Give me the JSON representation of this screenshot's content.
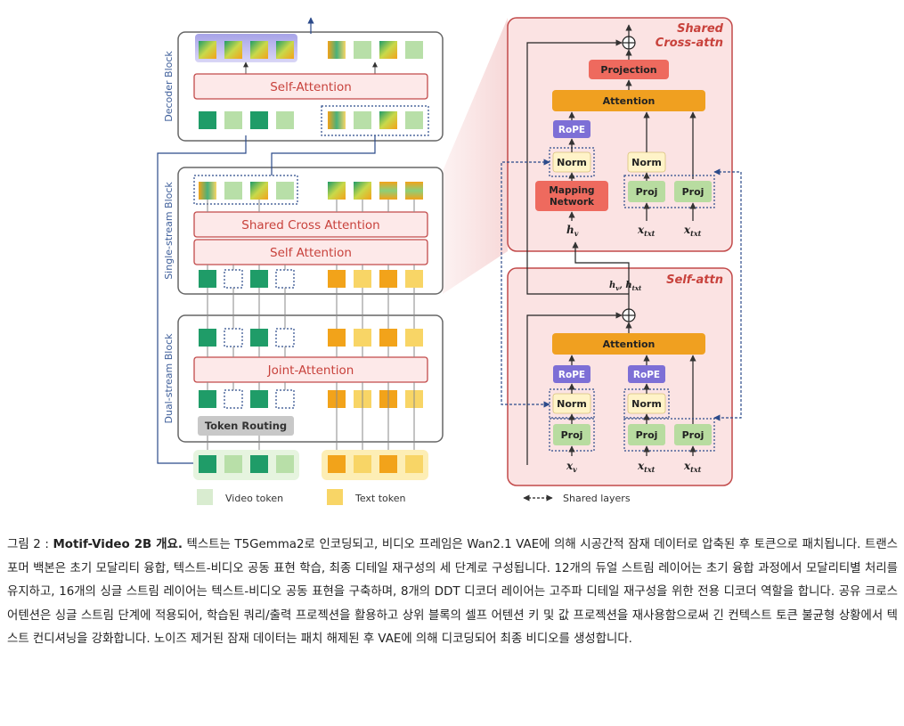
{
  "left": {
    "decoder": {
      "title": "Decoder Block",
      "layer": "Self-Attention"
    },
    "single": {
      "title": "Single-stream Block",
      "layer1": "Shared Cross Attention",
      "layer2": "Self Attention"
    },
    "dual": {
      "title": "Dual-stream Block",
      "layer": "Joint-Attention",
      "routing": "Token Routing"
    },
    "legend": {
      "video": "Video token",
      "text": "Text token"
    }
  },
  "right": {
    "cross": {
      "title1": "Shared",
      "title2": "Cross-attn",
      "projection": "Projection",
      "attention": "Attention",
      "rope": "RoPE",
      "norm": "Norm",
      "mapping1": "Mapping",
      "mapping2": "Network",
      "proj": "Proj",
      "hv": "h",
      "hv_sub": "v",
      "xtxt": "x",
      "xtxt_sub": "txt"
    },
    "self": {
      "title": "Self-attn",
      "attention": "Attention",
      "rope": "RoPE",
      "norm": "Norm",
      "proj": "Proj",
      "xv": "x",
      "xv_sub": "v",
      "xtxt": "x",
      "xtxt_sub": "txt"
    },
    "mid_label": "h",
    "mid_sub1": "v",
    "mid_sep": ", h",
    "mid_sub2": "txt",
    "legend": "Shared layers"
  },
  "caption": {
    "prefix": "그림 2 : ",
    "bold": "Motif-Video 2B 개요.",
    "text": " 텍스트는 T5Gemma2로 인코딩되고, 비디오 프레임은 Wan2.1 VAE에 의해 시공간적 잠재 데이터로 압축된 후 토큰으로 패치됩니다. 트랜스포머 백본은 초기 모달리티 융합, 텍스트-비디오 공동 표현 학습, 최종 디테일 재구성의 세 단계로 구성됩니다. 12개의 듀얼 스트림 레이어는 초기 융합 과정에서 모달리티별 처리를 유지하고, 16개의 싱글 스트림 레이어는 텍스트-비디오 공동 표현을 구축하며, 8개의 DDT 디코더 레이어는 고주파 디테일 재구성을 위한 전용 디코더 역할을 합니다. 공유 크로스 어텐션은 싱글 스트림 단계에 적용되어, 학습된 쿼리/출력 프로젝션을 활용하고 상위 블록의 셀프 어텐션 키 및 값 프로젝션을 재사용함으로써 긴 컨텍스트 토큰 불균형 상황에서 텍스트 컨디셔닝을 강화합니다. 노이즈 제거된 잠재 데이터는 패치 해제된 후 VAE에 의해 디코딩되어 최종 비디오를 생성합니다."
  },
  "colors": {
    "video_dark": "#1f9c68",
    "video_light": "#b8dfa8",
    "text_dark": "#f2a31a",
    "text_light": "#f8d566",
    "attention": "#f0a020",
    "projection": "#ee6a5e",
    "rope": "#7d6fd6",
    "norm": "#fff3c8",
    "proj": "#b8dca0",
    "panel_bg": "#fbe3e3",
    "panel_border": "#c24a4a",
    "layer_border": "#c24a4a"
  }
}
